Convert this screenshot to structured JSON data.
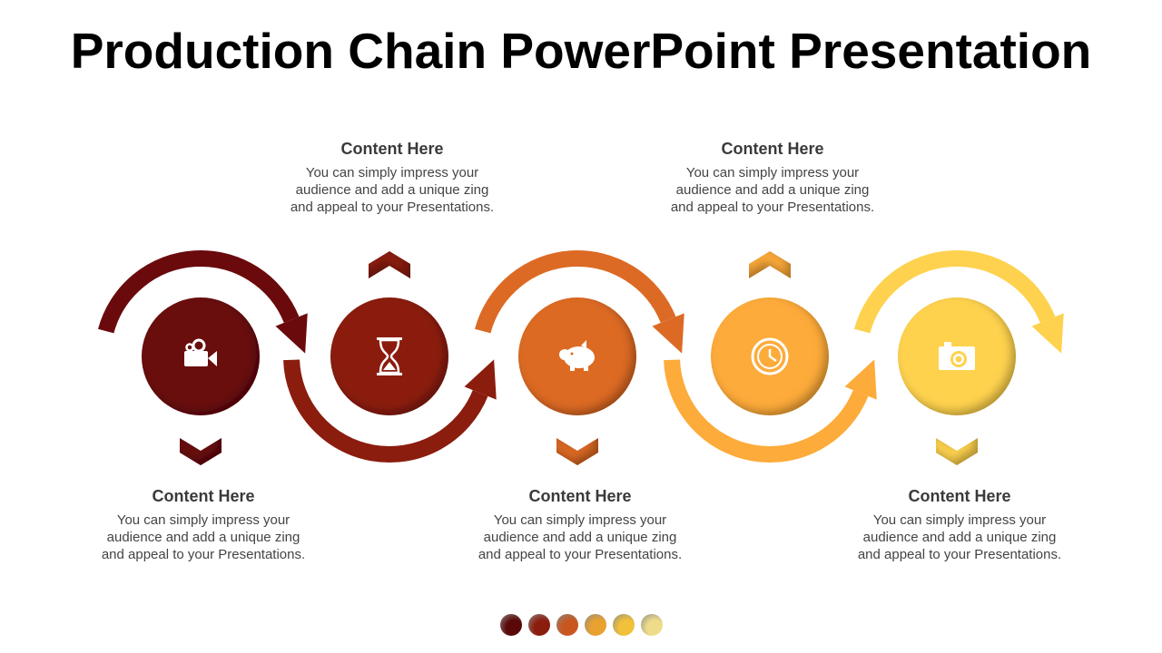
{
  "title": "Production Chain PowerPoint Presentation",
  "steps": [
    {
      "icon": "video-camera-icon",
      "color": "#6a0a0c",
      "heading": "Content  Here",
      "body": "You can simply impress your audience and add a unique zing and appeal to your Presentations.",
      "text_pos": "bottom"
    },
    {
      "icon": "hourglass-icon",
      "color": "#8b1d0e",
      "heading": "Content  Here",
      "body": "You can simply impress your audience and add a unique zing and appeal to your Presentations.",
      "text_pos": "top"
    },
    {
      "icon": "piggy-bank-icon",
      "color": "#dc6a24",
      "heading": "Content  Here",
      "body": "You can simply impress your audience and add a unique zing and appeal to your Presentations.",
      "text_pos": "bottom"
    },
    {
      "icon": "clock-icon",
      "color": "#fdab3a",
      "heading": "Content  Here",
      "body": "You can simply impress your audience and add a unique zing and appeal to your Presentations.",
      "text_pos": "top"
    },
    {
      "icon": "camera-icon",
      "color": "#fed24e",
      "heading": "Content  Here",
      "body": "You can simply impress your audience and add a unique zing and appeal to your Presentations.",
      "text_pos": "bottom"
    }
  ],
  "dots": [
    "#5a0808",
    "#8b1d0e",
    "#c8561e",
    "#e9a12f",
    "#f2c13a",
    "#eedc8a"
  ]
}
